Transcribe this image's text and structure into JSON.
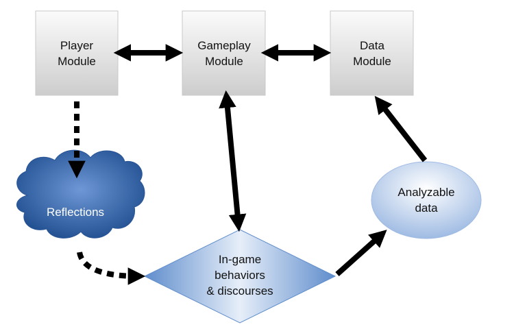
{
  "nodes": {
    "player": {
      "line1": "Player",
      "line2": "Module"
    },
    "gameplay": {
      "line1": "Gameplay",
      "line2": "Module"
    },
    "data": {
      "line1": "Data",
      "line2": "Module"
    },
    "reflections": {
      "label": "Reflections"
    },
    "behaviors": {
      "line1": "In-game",
      "line2": "behaviors",
      "line3": "& discourses"
    },
    "analyzable": {
      "line1": "Analyzable",
      "line2": "data"
    }
  },
  "colors": {
    "box_top": "#fbfbfb",
    "box_bottom": "#cfcfcf",
    "cloud_dark": "#1f4e8f",
    "cloud_light": "#6e97d6",
    "diamond_light": "#e6eef9",
    "diamond_dark": "#5f8dcc",
    "ellipse_light": "#ffffff",
    "ellipse_dark": "#9fbbe3",
    "arrow": "#000000"
  }
}
